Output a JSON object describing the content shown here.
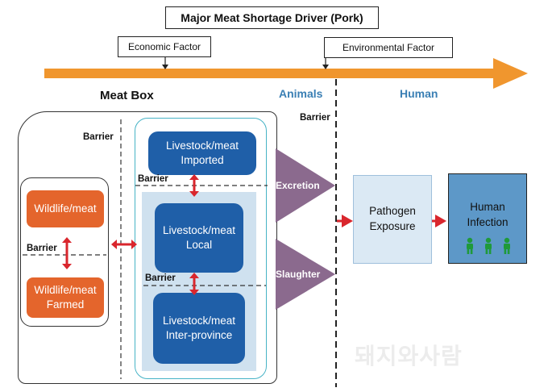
{
  "title": "Major Meat Shortage Driver (Pork)",
  "factors": {
    "economic": "Economic Factor",
    "environmental": "Environmental Factor"
  },
  "headings": {
    "meat_box": "Meat Box",
    "animals": "Animals",
    "human": "Human"
  },
  "barrier_label": "Barrier",
  "wildlife": {
    "top": [
      "Wildlife/meat"
    ],
    "bottom": [
      "Wildlife/meat",
      "Farmed"
    ]
  },
  "livestock": {
    "imported": [
      "Livestock/meat",
      "Imported"
    ],
    "local": [
      "Livestock/meat",
      "Local"
    ],
    "interprovince": [
      "Livestock/meat",
      "Inter-province"
    ]
  },
  "routes": {
    "excretion": "Excretion",
    "slaughter": "Slaughter"
  },
  "pathogen": [
    "Pathogen",
    "Exposure"
  ],
  "human_infection": [
    "Human",
    "Infection"
  ],
  "watermark": "돼지와사람",
  "colors": {
    "arrow_orange": "#f0962e",
    "wildlife_orange": "#e4652c",
    "livestock_blue": "#1f5fa8",
    "route_purple": "#8b6a8e",
    "link_red": "#d9262d",
    "person_green": "#1f9a3a"
  }
}
